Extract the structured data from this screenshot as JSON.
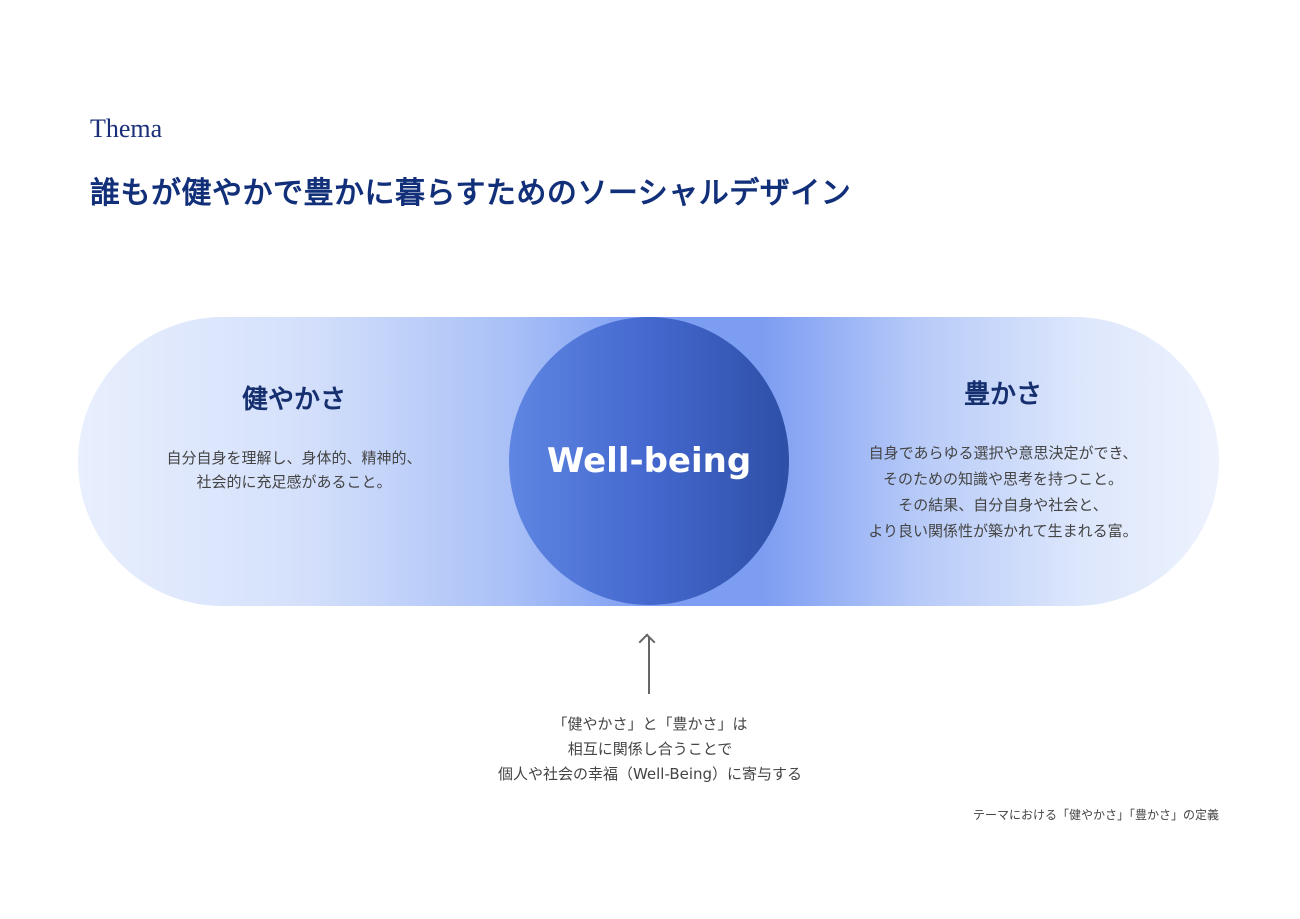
{
  "header": {
    "label": "Thema",
    "title": "誰もが健やかで豊かに暮らすためのソーシャルデザイン"
  },
  "diagram": {
    "center": "Well-being",
    "left": {
      "title": "健やかさ",
      "lines": [
        "自分自身を理解し、身体的、精神的、",
        "社会的に充足感があること。"
      ]
    },
    "right": {
      "title": "豊かさ",
      "lines": [
        "自身であらゆる選択や意思決定ができ、",
        "そのための知識や思考を持つこと。",
        "その結果、自分自身や社会と、",
        "より良い関係性が築かれて生まれる富。"
      ]
    },
    "note": [
      "「健やかさ」と「豊かさ」は",
      "相互に関係し合うことで",
      "個人や社会の幸福（Well-Being）に寄与する"
    ]
  },
  "caption": "テーマにおける「健やかさ」「豊かさ」の定義"
}
